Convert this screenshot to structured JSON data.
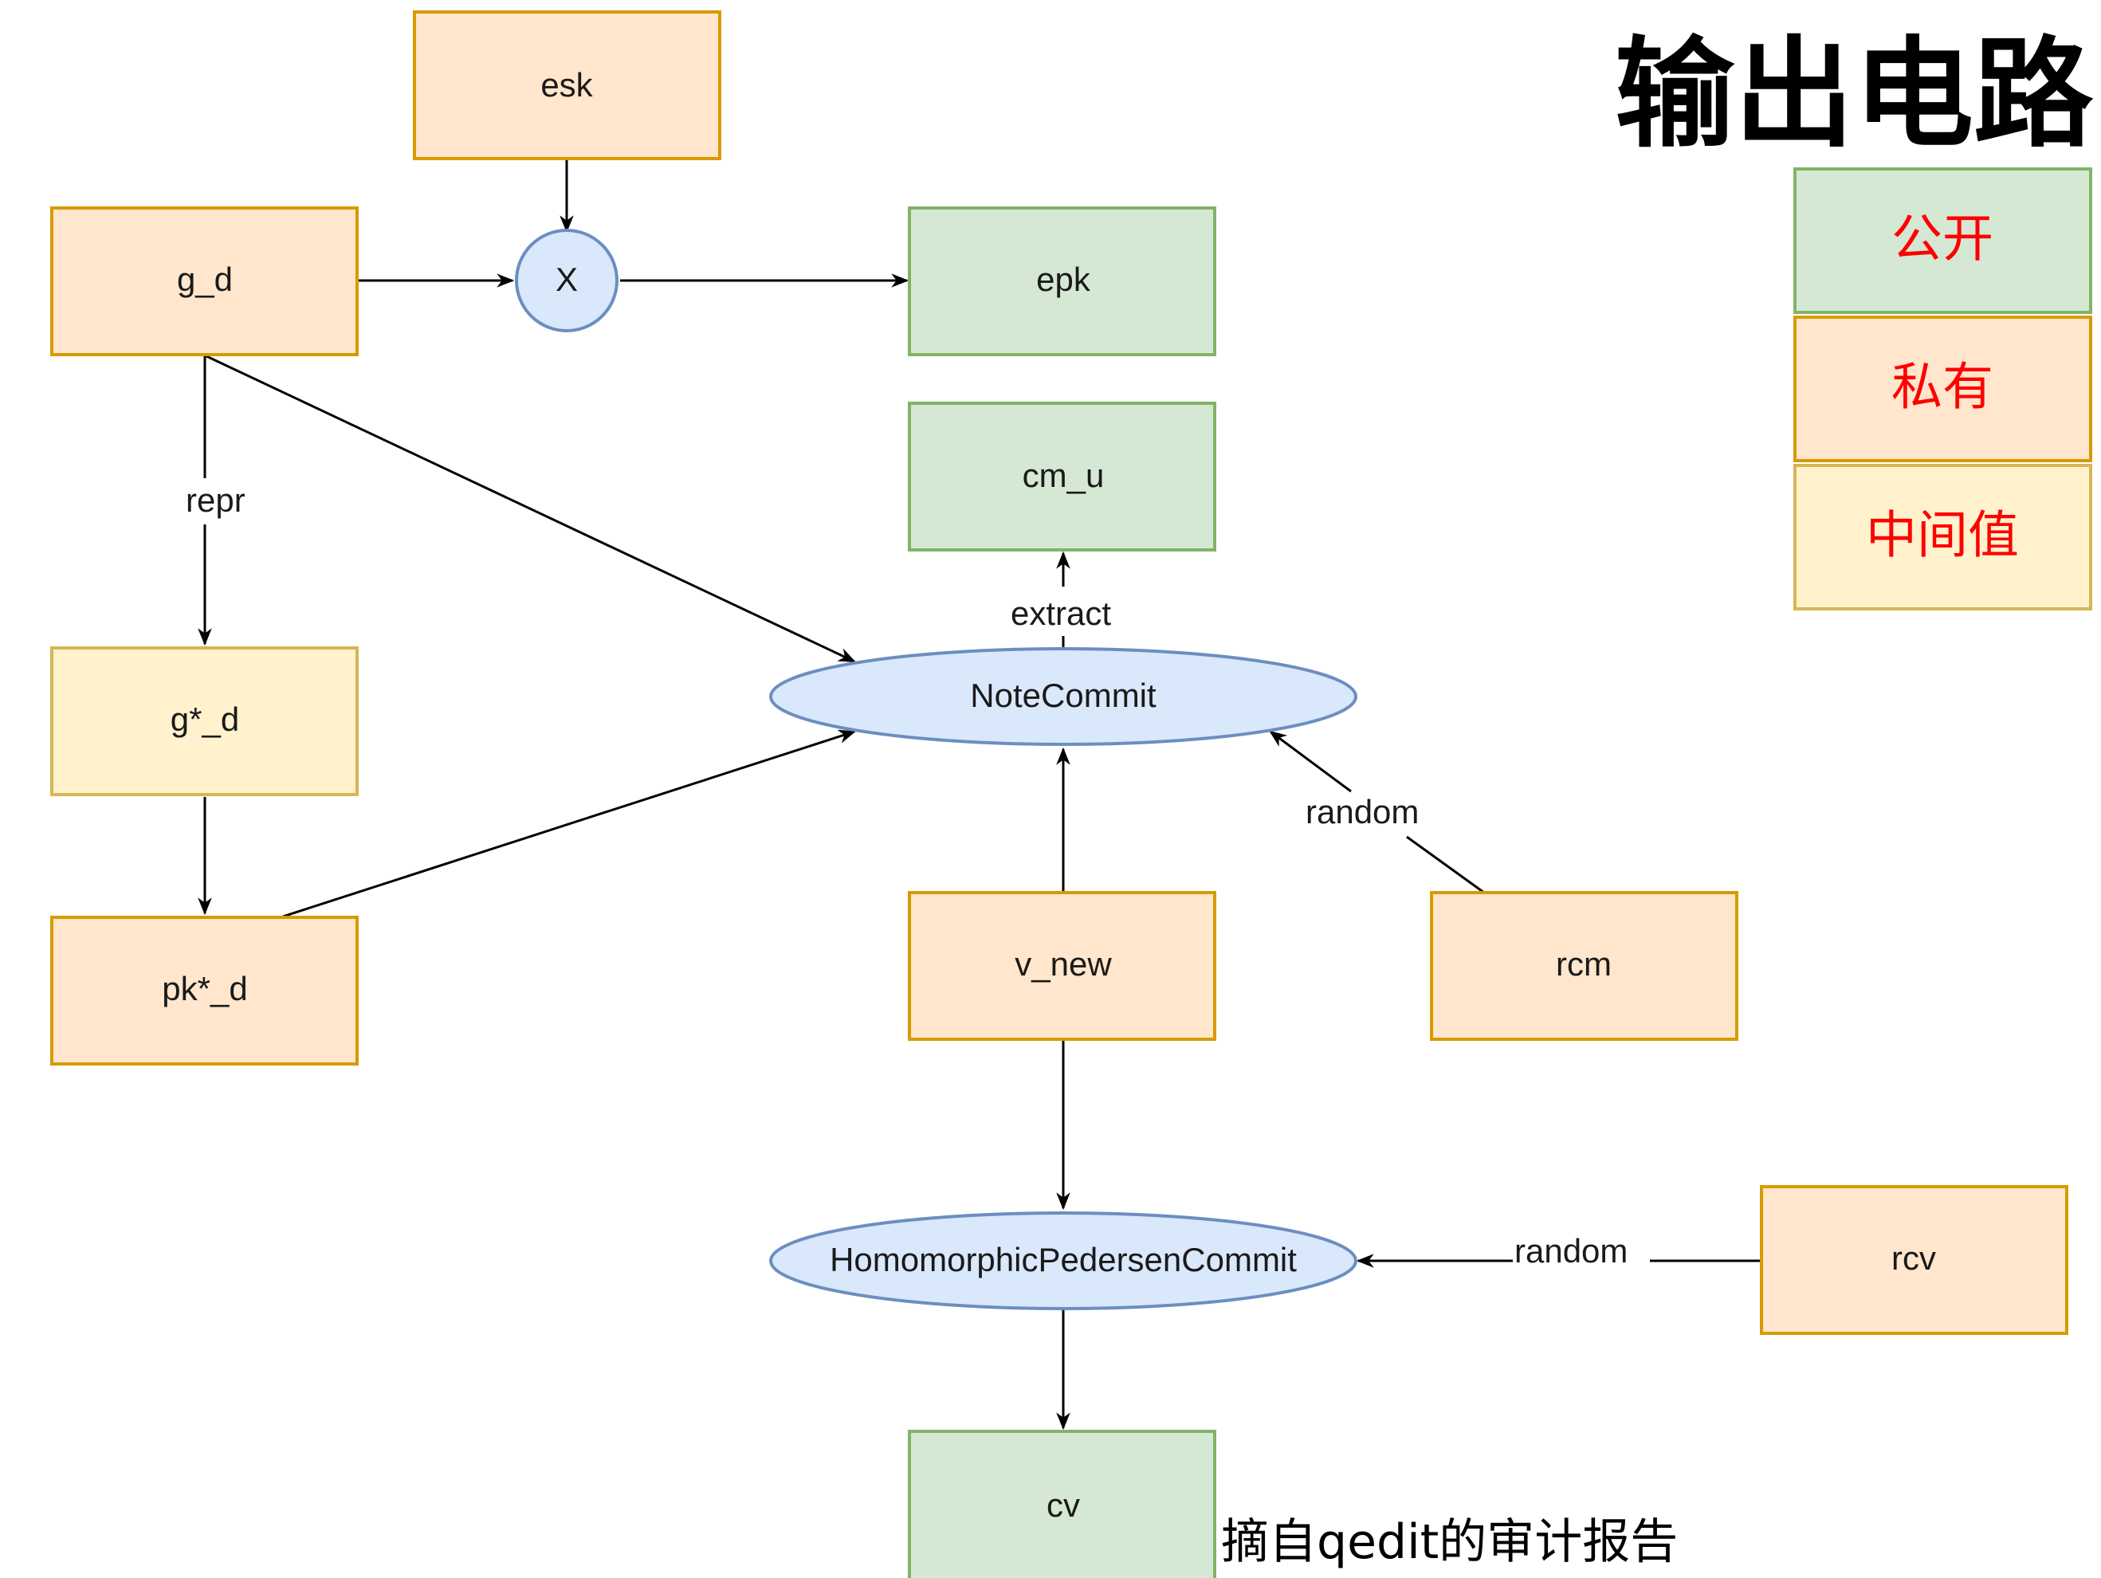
{
  "title": "输出电路",
  "caption": "摘自qedit的审计报告",
  "colors": {
    "public_fill": "#d5e8d4",
    "public_stroke": "#82b366",
    "private_fill": "#ffe6cc",
    "private_stroke": "#d79b00",
    "intermediate_fill": "#fff2cc",
    "intermediate_stroke": "#d6b656",
    "operation_fill": "#dae8fc",
    "operation_stroke": "#6c8ebf",
    "legend_text": "#ff0000"
  },
  "legend": [
    {
      "kind": "public",
      "label": "公开"
    },
    {
      "kind": "private",
      "label": "私有"
    },
    {
      "kind": "intermediate",
      "label": "中间值"
    }
  ],
  "nodes": {
    "esk": "esk",
    "g_d": "g_d",
    "mult": "X",
    "epk": "epk",
    "cm_u": "cm_u",
    "g_star_d": "g*_d",
    "pk_star_d": "pk*_d",
    "note_commit": "NoteCommit",
    "v_new": "v_new",
    "rcm": "rcm",
    "hpc": "HomomorphicPedersenCommit",
    "rcv": "rcv",
    "cv": "cv"
  },
  "edge_labels": {
    "repr": "repr",
    "extract": "extract",
    "random_rcm": "random",
    "random_rcv": "random"
  }
}
